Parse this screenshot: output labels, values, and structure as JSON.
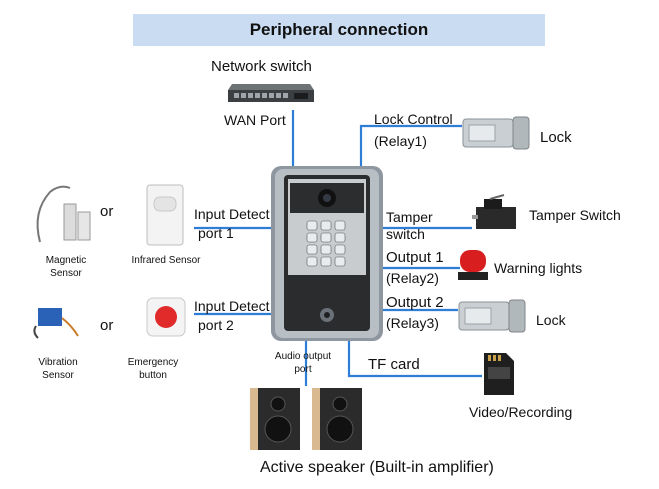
{
  "title": "Peripheral connection",
  "network_switch": {
    "label": "Network switch",
    "port_label": "WAN Port"
  },
  "lock_control": {
    "line1": "Lock Control",
    "line2": "(Relay1)",
    "device": "Lock"
  },
  "tamper": {
    "line1": "Tamper",
    "line2": "switch",
    "device": "Tamper Switch"
  },
  "output1": {
    "line1": "Output 1",
    "line2": "(Relay2)",
    "device": "Warning lights"
  },
  "output2": {
    "line1": "Output 2",
    "line2": "(Relay3)",
    "device": "Lock"
  },
  "tf_card": {
    "label": "TF card",
    "device": "Video/Recording"
  },
  "input1": {
    "line1": "Input Detect",
    "line2": "port 1",
    "sensor_a": [
      "Magnetic",
      "Sensor"
    ],
    "or": "or",
    "sensor_b": "Infrared Sensor"
  },
  "input2": {
    "line1": "Input Detect",
    "line2": "port 2",
    "sensor_a": [
      "Vibration",
      "Sensor"
    ],
    "or": "or",
    "sensor_b": [
      "Emergency",
      "button"
    ]
  },
  "audio": {
    "port": [
      "Audio output",
      "port"
    ],
    "device": "Active speaker (Built-in amplifier)"
  },
  "colors": {
    "wire": "#2e7dd7",
    "title_bg": "#c9dcf1",
    "panel": "#9aa3ab",
    "warning": "#d81e1e"
  }
}
